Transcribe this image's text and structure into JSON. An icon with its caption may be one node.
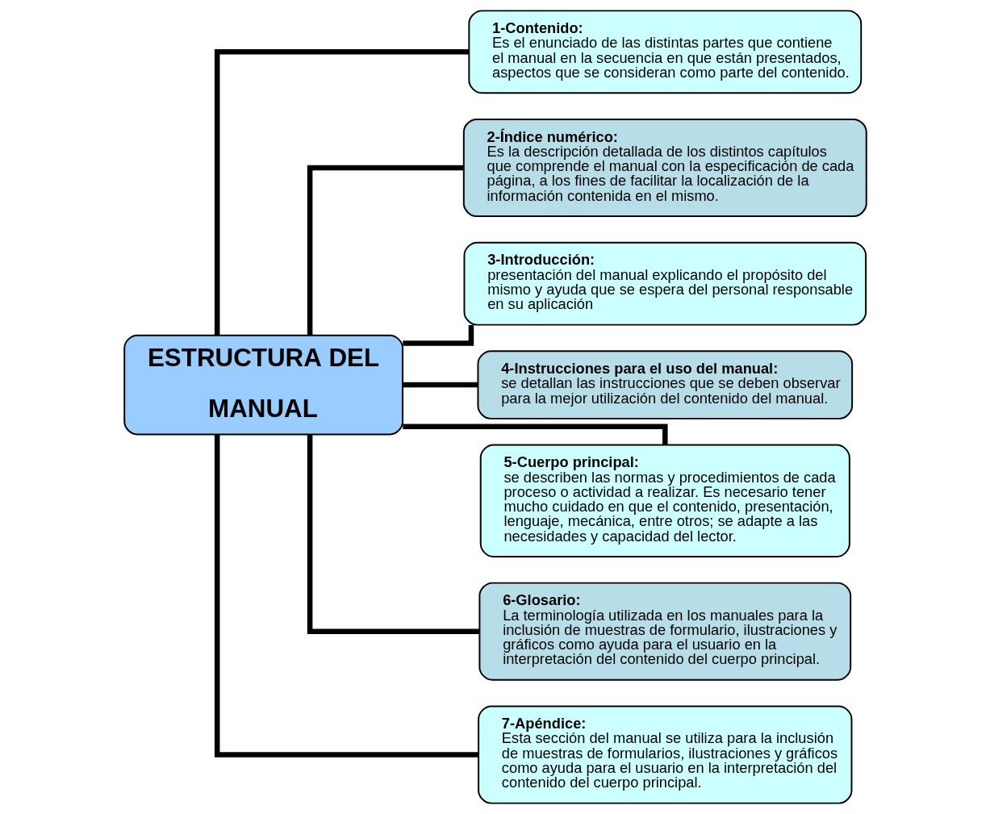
{
  "diagram": {
    "nodes": [
      {
        "text": [
          "ESTRUCTURA DEL MANUAL"
        ]
      },
      {
        "text": [
          "**1-Contenido:** Es el enunciado de las distintas partes que contiene el manual en la secuencia en que están presentados, aspectos que se consideran como parte del contenido."
        ]
      },
      {
        "text": [
          "**2-Índice numérico:** Es la descripción detallada de los distintos capítulos que comprende el manual con la especificación de cada página, a los fines de facilitar la localización de la información contenida en el mismo."
        ]
      },
      {
        "text": [
          "**3-Introducción:** presentación del manual explicando el propósito del mismo y ayuda que se espera del personal responsable en su aplicación"
        ]
      },
      {
        "text": [
          "**4-Instrucciones para el uso del manual:** se detallan las instrucciones que se deben observar para la mejor utilización del contenido del manual."
        ]
      },
      {
        "text": [
          "**5-Cuerpo principal:** se describen las normas y procedimientos de cada proceso o actividad a realizar. Es necesario tener mucho cuidado en que el contenido, presentación, lenguaje, mecánica, entre otros; se adapte a las necesidades y capacidad del lector."
        ]
      },
      {
        "text": [
          "**6-Glosario:** La terminología utilizada en los manuales para la inclusión de muestras de formulario, ilustraciones y gráficos como ayuda para el usuario en la interpretación del contenido del cuerpo principal."
        ]
      },
      {
        "text": [
          "**7-Apéndice:** Esta sección del manual se utiliza para la inclusión de muestras de formularios, ilustraciones y gráficos como ayuda para el usuario en la interpretación del contenido del cuerpo principal."
        ]
      }
    ],
    "edges": [
      {
        "from": 0,
        "to": 1,
        "arrow": "none"
      },
      {
        "from": 0,
        "to": 2,
        "arrow": "none"
      },
      {
        "from": 0,
        "to": 3,
        "arrow": "none"
      },
      {
        "from": 0,
        "to": 4,
        "arrow": "none"
      },
      {
        "from": 0,
        "to": 5,
        "arrow": "none"
      },
      {
        "from": 0,
        "to": 6,
        "arrow": "none"
      },
      {
        "from": 0,
        "to": 7,
        "arrow": "none"
      }
    ]
  }
}
